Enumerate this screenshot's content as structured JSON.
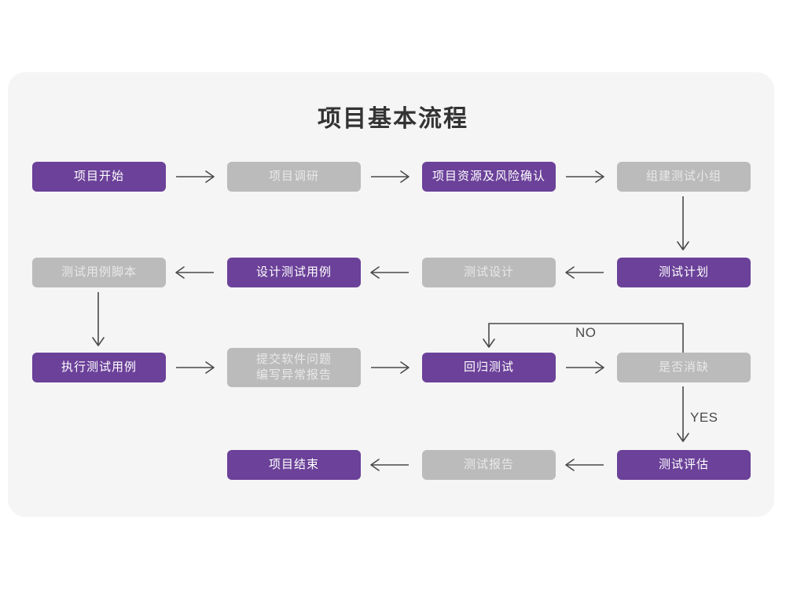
{
  "page": {
    "background": "#ffffff",
    "card_background": "#f5f5f5",
    "title": "项目基本流程"
  },
  "colors": {
    "purple": "#6b4199",
    "purple_text": "#ffffff",
    "gray": "#bbbbbb",
    "gray_text": "#e8e8e8",
    "arrow": "#4a4a4a",
    "title_text": "#333333"
  },
  "chart_data": {
    "type": "diagram",
    "title": "项目基本流程",
    "nodes": [
      {
        "id": "n01",
        "label": "项目开始",
        "style": "purple",
        "row": 1,
        "col": 1
      },
      {
        "id": "n02",
        "label": "项目调研",
        "style": "gray",
        "row": 1,
        "col": 2
      },
      {
        "id": "n03",
        "label": "项目资源及风险确认",
        "style": "purple",
        "row": 1,
        "col": 3
      },
      {
        "id": "n04",
        "label": "组建测试小组",
        "style": "gray",
        "row": 1,
        "col": 4
      },
      {
        "id": "n05",
        "label": "测试用例脚本",
        "style": "gray",
        "row": 2,
        "col": 1
      },
      {
        "id": "n06",
        "label": "设计测试用例",
        "style": "purple",
        "row": 2,
        "col": 2
      },
      {
        "id": "n07",
        "label": "测试设计",
        "style": "gray",
        "row": 2,
        "col": 3
      },
      {
        "id": "n08",
        "label": "测试计划",
        "style": "purple",
        "row": 2,
        "col": 4
      },
      {
        "id": "n09",
        "label": "执行测试用例",
        "style": "purple",
        "row": 3,
        "col": 1
      },
      {
        "id": "n10",
        "label": "提交软件问题\n编写异常报告",
        "style": "gray",
        "row": 3,
        "col": 2
      },
      {
        "id": "n11",
        "label": "回归测试",
        "style": "purple",
        "row": 3,
        "col": 3
      },
      {
        "id": "n12",
        "label": "是否消缺",
        "style": "gray",
        "row": 3,
        "col": 4
      },
      {
        "id": "n13",
        "label": "项目结束",
        "style": "purple",
        "row": 4,
        "col": 2
      },
      {
        "id": "n14",
        "label": "测试报告",
        "style": "gray",
        "row": 4,
        "col": 3
      },
      {
        "id": "n15",
        "label": "测试评估",
        "style": "purple",
        "row": 4,
        "col": 4
      }
    ],
    "edges": [
      {
        "from": "n01",
        "to": "n02",
        "label": "",
        "direction": "right"
      },
      {
        "from": "n02",
        "to": "n03",
        "label": "",
        "direction": "right"
      },
      {
        "from": "n03",
        "to": "n04",
        "label": "",
        "direction": "right"
      },
      {
        "from": "n04",
        "to": "n08",
        "label": "",
        "direction": "down"
      },
      {
        "from": "n08",
        "to": "n07",
        "label": "",
        "direction": "left"
      },
      {
        "from": "n07",
        "to": "n06",
        "label": "",
        "direction": "left"
      },
      {
        "from": "n06",
        "to": "n05",
        "label": "",
        "direction": "left"
      },
      {
        "from": "n05",
        "to": "n09",
        "label": "",
        "direction": "down"
      },
      {
        "from": "n09",
        "to": "n10",
        "label": "",
        "direction": "right"
      },
      {
        "from": "n10",
        "to": "n11",
        "label": "",
        "direction": "right"
      },
      {
        "from": "n11",
        "to": "n12",
        "label": "",
        "direction": "right"
      },
      {
        "from": "n12",
        "to": "n11",
        "label": "NO",
        "direction": "loop-up"
      },
      {
        "from": "n12",
        "to": "n15",
        "label": "YES",
        "direction": "down"
      },
      {
        "from": "n15",
        "to": "n14",
        "label": "",
        "direction": "left"
      },
      {
        "from": "n14",
        "to": "n13",
        "label": "",
        "direction": "left"
      }
    ],
    "edge_labels": [
      {
        "id": "lbl-no",
        "text": "NO"
      },
      {
        "id": "lbl-yes",
        "text": "YES"
      }
    ]
  }
}
